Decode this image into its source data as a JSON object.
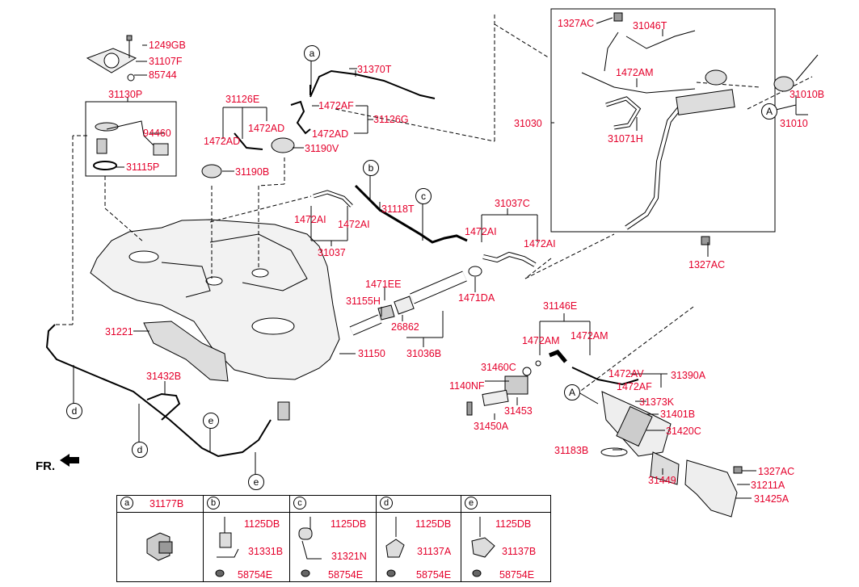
{
  "diagram": {
    "labels": {
      "l1249GB": "1249GB",
      "l31107F": "31107F",
      "l85744": "85744",
      "l31130P": "31130P",
      "l94460": "94460",
      "l31115P": "31115P",
      "l31126E": "31126E",
      "l1472AD_a": "1472AD",
      "l1472AD_b": "1472AD",
      "l31190B": "31190B",
      "l31190V": "31190V",
      "l1472AF": "1472AF",
      "l1472AD_c": "1472AD",
      "l31126G": "31126G",
      "l31370T": "31370T",
      "l1327AC_top": "1327AC",
      "l31046T": "31046T",
      "l1472AM_top": "1472AM",
      "l31030": "31030",
      "l31071H": "31071H",
      "l31010B": "31010B",
      "l31010": "31010",
      "l1327AC_mid": "1327AC",
      "l31118T": "31118T",
      "l31037C": "31037C",
      "l1472AI_a": "1472AI",
      "l1472AI_b": "1472AI",
      "l1472AI_c": "1472AI",
      "l1472AI_d": "1472AI",
      "l31037": "31037",
      "l1471EE": "1471EE",
      "l1471DA": "1471DA",
      "l31155H": "31155H",
      "l26862": "26862",
      "l31221": "31221",
      "l31150": "31150",
      "l31036B": "31036B",
      "l31146E": "31146E",
      "l1472AM_a": "1472AM",
      "l1472AM_b": "1472AM",
      "l31460C": "31460C",
      "l1472AV": "1472AV",
      "l31390A": "31390A",
      "l1472AF_b": "1472AF",
      "l1140NF": "1140NF",
      "l31373K": "31373K",
      "l31453": "31453",
      "l31401B": "31401B",
      "l31450A": "31450A",
      "l31420C": "31420C",
      "l31432B": "31432B",
      "l31183B": "31183B",
      "l31449": "31449",
      "l1327AC_bot": "1327AC",
      "l31211A": "31211A",
      "l31425A": "31425A"
    },
    "callouts": {
      "a": "a",
      "b": "b",
      "c": "c",
      "d1": "d",
      "d2": "d",
      "e1": "e",
      "e2": "e",
      "A1": "A",
      "A2": "A"
    },
    "direction_label": "FR."
  },
  "legend": {
    "columns": [
      {
        "key": "a",
        "header": "31177B",
        "parts": []
      },
      {
        "key": "b",
        "parts": [
          "1125DB",
          "31331B",
          "58754E"
        ]
      },
      {
        "key": "c",
        "parts": [
          "1125DB",
          "31321N",
          "58754E"
        ]
      },
      {
        "key": "d",
        "parts": [
          "1125DB",
          "31137A",
          "58754E"
        ]
      },
      {
        "key": "e",
        "parts": [
          "1125DB",
          "31137B",
          "58754E"
        ]
      }
    ]
  }
}
